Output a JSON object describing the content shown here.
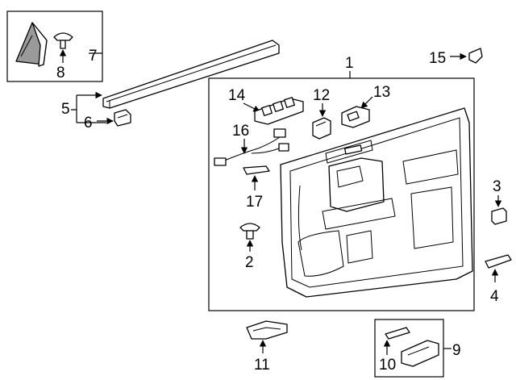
{
  "callouts": {
    "c1": "1",
    "c2": "2",
    "c3": "3",
    "c4": "4",
    "c5": "5",
    "c6": "6",
    "c7": "7",
    "c8": "8",
    "c9": "9",
    "c10": "10",
    "c11": "11",
    "c12": "12",
    "c13": "13",
    "c14": "14",
    "c15": "15",
    "c16": "16",
    "c17": "17"
  },
  "colors": {
    "line": "#000000",
    "background": "#ffffff",
    "shade": "#9a9a9a"
  }
}
